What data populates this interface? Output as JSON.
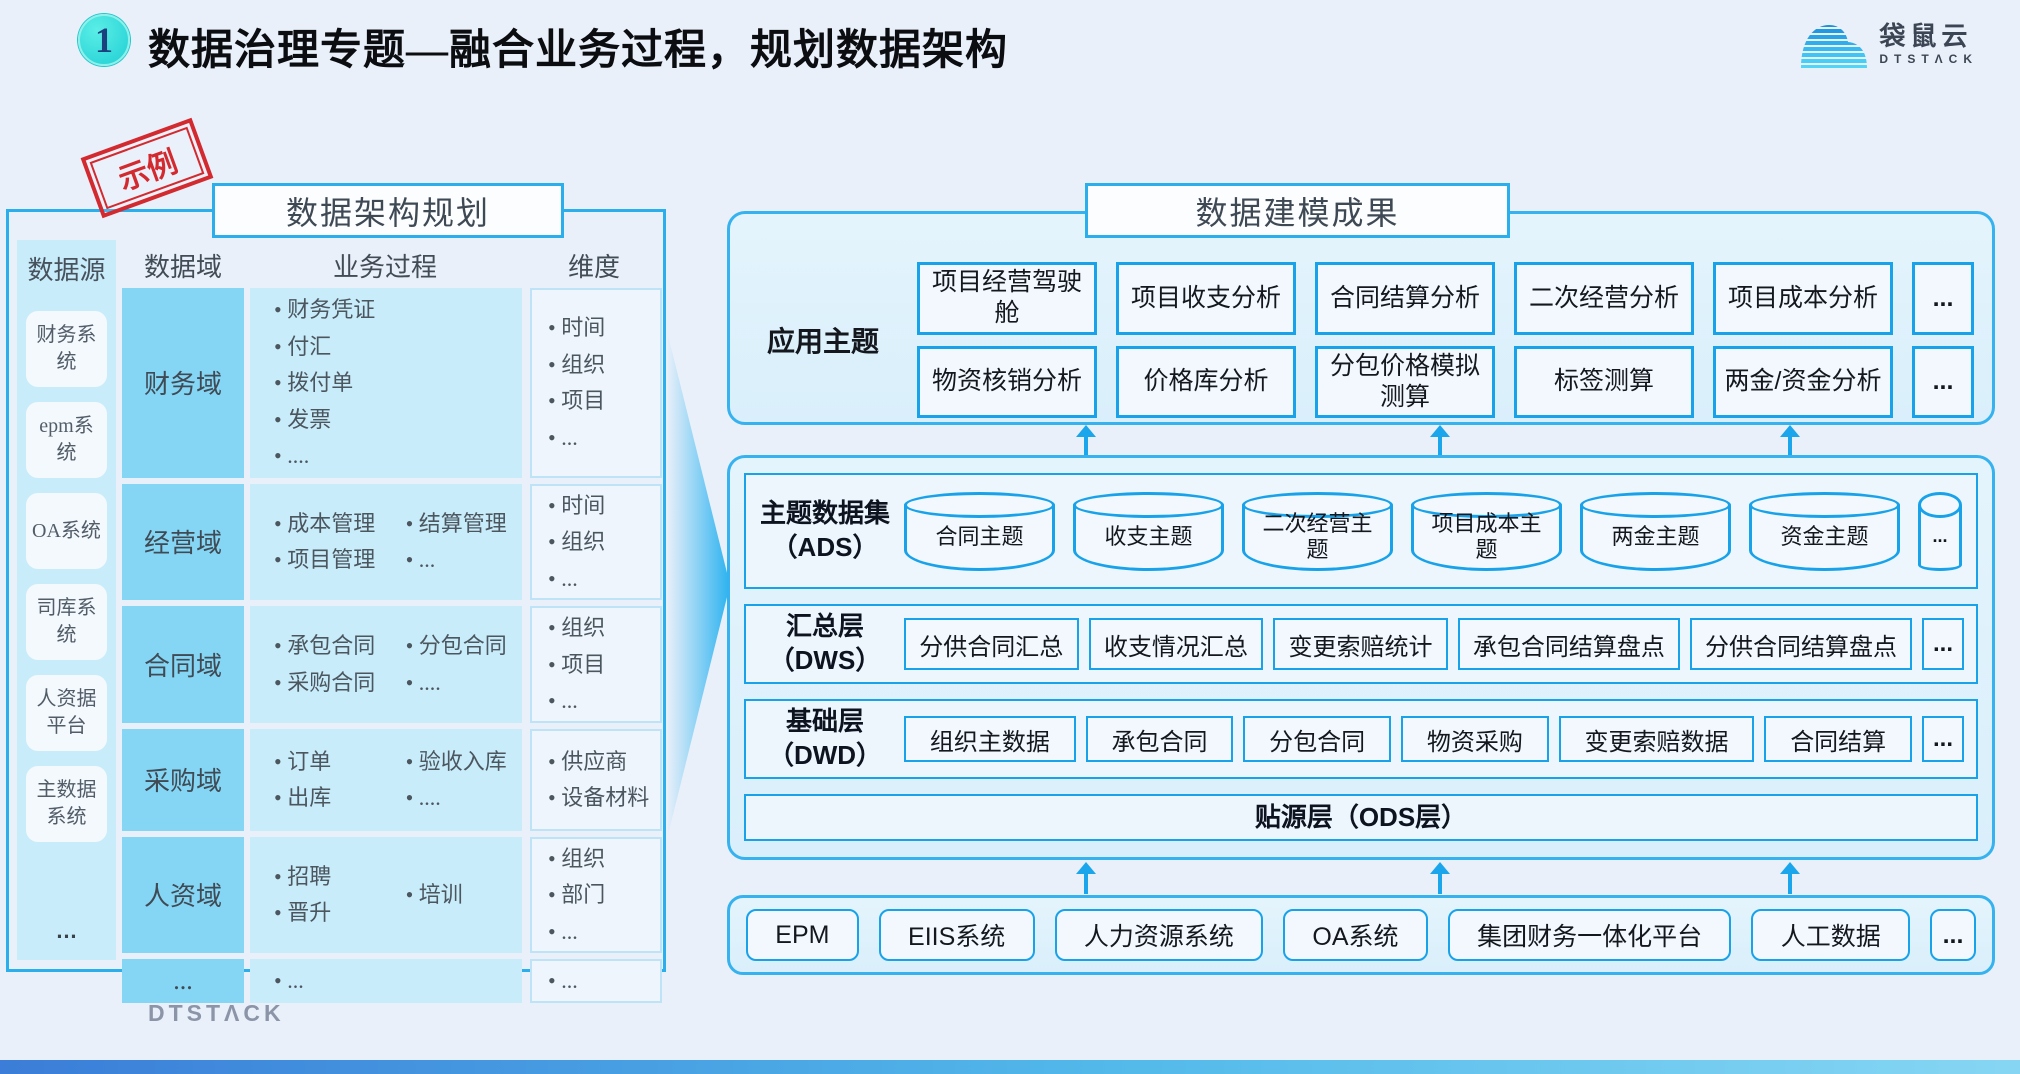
{
  "header": {
    "badge": "1",
    "title": "数据治理专题—融合业务过程，规划数据架构",
    "logo": {
      "name": "袋鼠云",
      "sub": "DTSTΛCK"
    }
  },
  "left_panel": {
    "stamp": "示例",
    "title": "数据架构规划",
    "datasource": {
      "header": "数据源",
      "items": [
        "财务系统",
        "epm系统",
        "OA系统",
        "司库系统",
        "人资据平台",
        "主数据系统"
      ],
      "more": "…"
    },
    "table": {
      "headers": [
        "数据域",
        "业务过程",
        "维度"
      ],
      "rows": [
        {
          "domain": "财务域",
          "process_col1": [
            "财务凭证",
            "付汇",
            "拨付单",
            "发票",
            "...."
          ],
          "process_col2": [],
          "dims": [
            "时间",
            "组织",
            "项目",
            "..."
          ]
        },
        {
          "domain": "经营域",
          "process_col1": [
            "成本管理",
            "项目管理"
          ],
          "process_col2": [
            "结算管理",
            "..."
          ],
          "dims": [
            "时间",
            "组织",
            "..."
          ]
        },
        {
          "domain": "合同域",
          "process_col1": [
            "承包合同",
            "采购合同"
          ],
          "process_col2": [
            "分包合同",
            "...."
          ],
          "dims": [
            "组织",
            "项目",
            "..."
          ]
        },
        {
          "domain": "采购域",
          "process_col1": [
            "订单",
            "出库"
          ],
          "process_col2": [
            "验收入库",
            "...."
          ],
          "dims": [
            "供应商",
            "设备材料"
          ]
        },
        {
          "domain": "人资域",
          "process_col1": [
            "招聘",
            "晋升"
          ],
          "process_col2": [
            "培训"
          ],
          "dims": [
            "组织",
            "部门",
            "..."
          ]
        },
        {
          "domain": "...",
          "process_col1": [
            "..."
          ],
          "process_col2": [],
          "dims": [
            "..."
          ]
        }
      ]
    }
  },
  "right_panel": {
    "title": "数据建模成果",
    "app_themes": {
      "label": "应用主题",
      "row1": [
        "项目经营驾驶舱",
        "项目收支分析",
        "合同结算分析",
        "二次经营分析",
        "项目成本分析",
        "..."
      ],
      "row2": [
        "物资核销分析",
        "价格库分析",
        "分包价格模拟测算",
        "标签测算",
        "两金/资金分析",
        "..."
      ]
    },
    "layers": {
      "ads": {
        "label1": "主题数据集",
        "label2": "（ADS）",
        "items": [
          "合同主题",
          "收支主题",
          "二次经营主题",
          "项目成本主题",
          "两金主题",
          "资金主题",
          "..."
        ]
      },
      "dws": {
        "label1": "汇总层",
        "label2": "（DWS）",
        "items": [
          "分供合同汇总",
          "收支情况汇总",
          "变更索赔统计",
          "承包合同结算盘点",
          "分供合同结算盘点",
          "..."
        ]
      },
      "dwd": {
        "label1": "基础层",
        "label2": "（DWD）",
        "items": [
          "组织主数据",
          "承包合同",
          "分包合同",
          "物资采购",
          "变更索赔数据",
          "合同结算",
          "..."
        ]
      },
      "ods": {
        "label": "贴源层（ODS层）"
      }
    },
    "sources": [
      "EPM",
      "EIIS系统",
      "人力资源系统",
      "OA系统",
      "集团财务一体化平台",
      "人工数据",
      "..."
    ]
  },
  "footer": {
    "logo": "DTSTΛCK"
  },
  "colors": {
    "accent_cyan": "#18a2e9",
    "panel_border": "#2aaeec",
    "page_bg": "#e9f0fa",
    "stamp_red": "#d32a2f",
    "domain_cell": "#85d6f4",
    "process_cell": "#c9ecfa",
    "badge_teal": "#1fcfd4",
    "bottom_bar_left": "#3b7dd8",
    "bottom_bar_right": "#86d6f3"
  }
}
